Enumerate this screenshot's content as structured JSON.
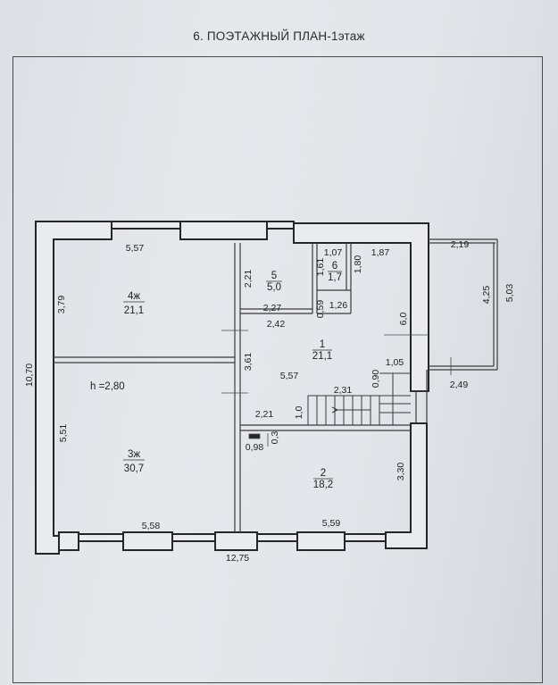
{
  "title": "6. ПОЭТАЖНЫЙ  ПЛАН-1этаж",
  "rooms": {
    "r4": {
      "name": "4ж",
      "area": "21,1"
    },
    "r3": {
      "name": "3ж",
      "area": "30,7"
    },
    "r5": {
      "name": "5",
      "area": "5,0"
    },
    "r6": {
      "name": "6",
      "area": "1,7"
    },
    "r1": {
      "name": "1",
      "area": "21,1"
    },
    "r2": {
      "name": "2",
      "area": "18,2"
    }
  },
  "height_note": "h =2,80",
  "dims": {
    "top_left": "5,57",
    "left_total": "10,70",
    "left_upper": "3,79",
    "left_lower": "5,51",
    "bottom_left": "5,58",
    "bottom_right": "5,59",
    "bottom_total": "12,75",
    "r5_height": "2,21",
    "r5_width": "2,27",
    "r6_width": "1,07",
    "r6_left": "1,61",
    "r6_right": "1,80",
    "top_right_inner": "1,87",
    "porch_top": "2,19",
    "porch_inner": "4,25",
    "porch_outer": "5,03",
    "porch_bottom": "2,49",
    "small_059": "0,59",
    "small_126": "1,26",
    "corr_242": "2,42",
    "corr_361": "3,61",
    "corr_557": "5,57",
    "door_60": "6,0",
    "step_105": "1,05",
    "stair_090": "0,90",
    "stair_231": "2,31",
    "stair_10": "1,0",
    "r1_221": "2,21",
    "small_098": "0,98",
    "small_03": "0,3",
    "r2_330": "3,30"
  }
}
